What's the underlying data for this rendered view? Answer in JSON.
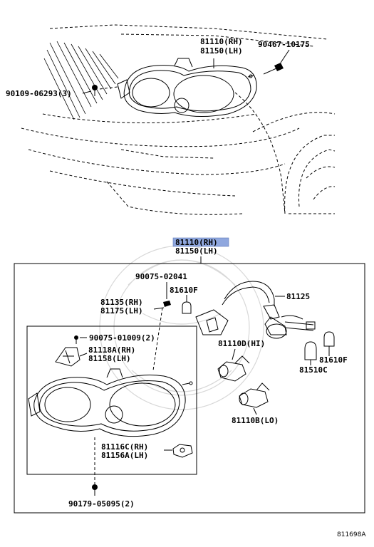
{
  "callouts": {
    "top_part_rh": "81110(RH)",
    "top_part_lh": "81150(LH)",
    "screw_top_right": "90467-10175",
    "screw_top_left": "90109-06293(3)",
    "assy_rh": "81110(RH)",
    "assy_lh": "81150(LH)",
    "screw_90075_02041": "90075-02041",
    "bulb_81610f_a": "81610F",
    "socket_81125": "81125",
    "bracket_81135_rh": "81135(RH)",
    "bracket_81175_lh": "81175(LH)",
    "screw_90075_01009": "90075-01009(2)",
    "bracket_81118a_rh": "81118A(RH)",
    "bracket_81158_lh": "81158(LH)",
    "bulb_hi": "81110D(HI)",
    "bulb_81610f_b": "81610F",
    "socket_81510c": "81510C",
    "bulb_lo": "81110B(LO)",
    "clip_81116c_rh": "81116C(RH)",
    "clip_81156a_lh": "81156A(LH)",
    "screw_bottom": "90179-05095(2)"
  },
  "figure_id": "811698A"
}
